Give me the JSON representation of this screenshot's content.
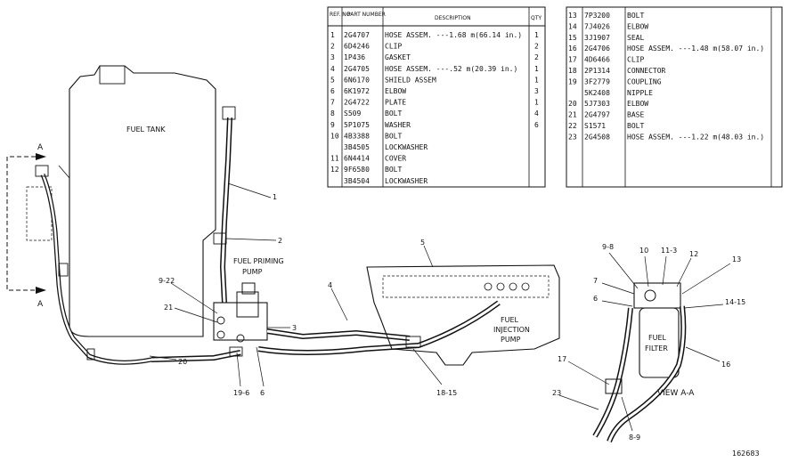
{
  "parts_table_left": {
    "headers": {
      "ref_no": "REF. NO",
      "part_number": "PART NUMBER",
      "description": "DESCRIPTION",
      "qty": "QTY"
    },
    "rows": [
      {
        "ref": "1",
        "part": "2G4707",
        "desc": "HOSE ASSEM. ---1.68 m(66.14 in.)",
        "qty": "1"
      },
      {
        "ref": "2",
        "part": "6D4246",
        "desc": "CLIP",
        "qty": "2"
      },
      {
        "ref": "3",
        "part": "1P436",
        "desc": "GASKET",
        "qty": "2"
      },
      {
        "ref": "4",
        "part": "2G4705",
        "desc": "HOSE ASSEM. ---.52 m(20.39 in.)",
        "qty": "1"
      },
      {
        "ref": "5",
        "part": "6N6170",
        "desc": "SHIELD ASSEM",
        "qty": "1"
      },
      {
        "ref": "6",
        "part": "6K1972",
        "desc": "ELBOW",
        "qty": "3"
      },
      {
        "ref": "7",
        "part": "2G4722",
        "desc": "PLATE",
        "qty": "1"
      },
      {
        "ref": "8",
        "part": "S509",
        "desc": "BOLT",
        "qty": "4"
      },
      {
        "ref": "9",
        "part": "5P1075",
        "desc": "WASHER",
        "qty": "6"
      },
      {
        "ref": "10",
        "part": "4B3388",
        "desc": "BOLT",
        "qty": ""
      },
      {
        "ref": "",
        "part": "3B4505",
        "desc": "LOCKWASHER",
        "qty": ""
      },
      {
        "ref": "11",
        "part": "6N4414",
        "desc": "COVER",
        "qty": ""
      },
      {
        "ref": "12",
        "part": "9F6580",
        "desc": "BOLT",
        "qty": ""
      },
      {
        "ref": "",
        "part": "3B4504",
        "desc": "LOCKWASHER",
        "qty": ""
      }
    ]
  },
  "parts_table_right": {
    "rows": [
      {
        "ref": "13",
        "part": "7P3200",
        "desc": "BOLT"
      },
      {
        "ref": "14",
        "part": "7J4026",
        "desc": "ELBOW"
      },
      {
        "ref": "15",
        "part": "3J1907",
        "desc": "SEAL"
      },
      {
        "ref": "16",
        "part": "2G4706",
        "desc": "HOSE ASSEM. ---1.48 m(58.07 in.)"
      },
      {
        "ref": "17",
        "part": "4D6466",
        "desc": "CLIP"
      },
      {
        "ref": "18",
        "part": "2P1314",
        "desc": "CONNECTOR"
      },
      {
        "ref": "19",
        "part": "3F2779",
        "desc": "COUPLING"
      },
      {
        "ref": "",
        "part": "5K2408",
        "desc": "NIPPLE"
      },
      {
        "ref": "20",
        "part": "5J7303",
        "desc": "ELBOW"
      },
      {
        "ref": "21",
        "part": "2G4797",
        "desc": "BASE"
      },
      {
        "ref": "22",
        "part": "S1571",
        "desc": "BOLT"
      },
      {
        "ref": "23",
        "part": "2G4508",
        "desc": "HOSE ASSEM. ---1.22 m(48.03 in.)"
      }
    ]
  },
  "component_labels": {
    "fuel_tank": "FUEL TANK",
    "fuel_priming_pump_1": "FUEL PRIMING",
    "fuel_priming_pump_2": "PUMP",
    "fuel_injection_pump_1": "FUEL",
    "fuel_injection_pump_2": "INJECTION",
    "fuel_injection_pump_3": "PUMP",
    "fuel_filter_1": "FUEL",
    "fuel_filter_2": "FILTER",
    "view": "VIEW A-A"
  },
  "callouts": {
    "c1": "1",
    "c2": "2",
    "c3": "3",
    "c4": "4",
    "c5": "5",
    "c9_22": "9-22",
    "c21": "21",
    "c20": "20",
    "c19_6": "19-6",
    "c6": "6",
    "c18_15": "18-15",
    "c9_8": "9-8",
    "c10": "10",
    "c11_3": "11-3",
    "c12": "12",
    "c13": "13",
    "c7": "7",
    "c6b": "6",
    "c14_15": "14-15",
    "c16": "16",
    "c17": "17",
    "c23": "23",
    "c8_9": "8-9",
    "a_top": "A",
    "a_bottom": "A"
  },
  "figure_number": "162683"
}
